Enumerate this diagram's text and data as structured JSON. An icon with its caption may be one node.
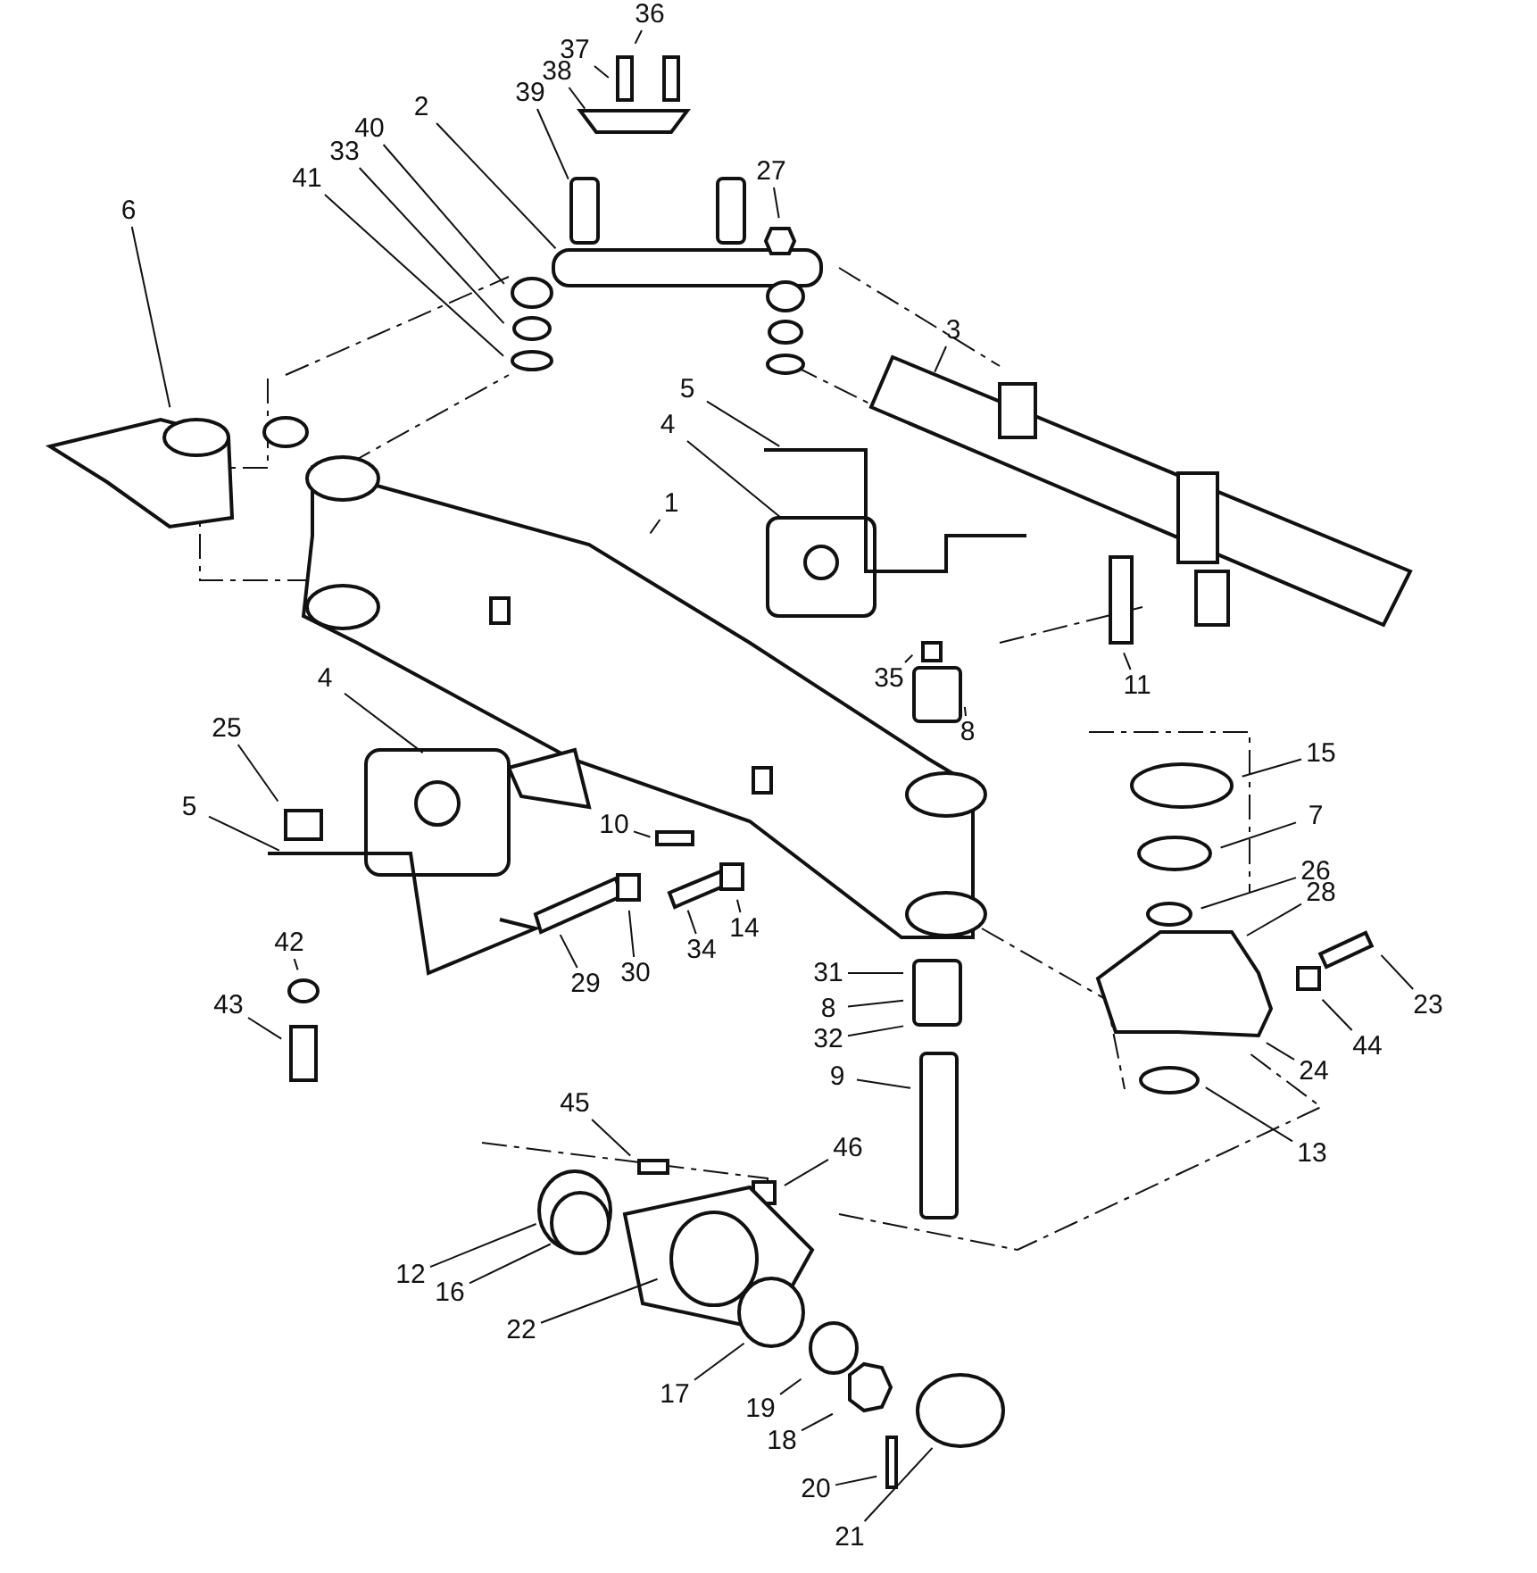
{
  "diagram": {
    "nodes": [
      {
        "text": [
          "36"
        ]
      },
      {
        "text": [
          "37"
        ]
      },
      {
        "text": [
          "38"
        ]
      },
      {
        "text": [
          "39"
        ]
      },
      {
        "text": [
          "2"
        ]
      },
      {
        "text": [
          "40"
        ]
      },
      {
        "text": [
          "27"
        ]
      },
      {
        "text": [
          "33"
        ]
      },
      {
        "text": [
          "41"
        ]
      },
      {
        "text": [
          "6"
        ]
      },
      {
        "text": [
          "3"
        ]
      },
      {
        "text": [
          "5"
        ]
      },
      {
        "text": [
          "4"
        ]
      },
      {
        "text": [
          "1"
        ]
      },
      {
        "text": [
          "4"
        ]
      },
      {
        "text": [
          "35"
        ]
      },
      {
        "text": [
          "11"
        ]
      },
      {
        "text": [
          "25"
        ]
      },
      {
        "text": [
          "8"
        ]
      },
      {
        "text": [
          "15"
        ]
      },
      {
        "text": [
          "5"
        ]
      },
      {
        "text": [
          "7"
        ]
      },
      {
        "text": [
          "10"
        ]
      },
      {
        "text": [
          "26"
        ]
      },
      {
        "text": [
          "14"
        ]
      },
      {
        "text": [
          "28"
        ]
      },
      {
        "text": [
          "34"
        ]
      },
      {
        "text": [
          "29"
        ]
      },
      {
        "text": [
          "30"
        ]
      },
      {
        "text": [
          "42"
        ]
      },
      {
        "text": [
          "31"
        ]
      },
      {
        "text": [
          "23"
        ]
      },
      {
        "text": [
          "43"
        ]
      },
      {
        "text": [
          "8"
        ]
      },
      {
        "text": [
          "44"
        ]
      },
      {
        "text": [
          "32"
        ]
      },
      {
        "text": [
          "24"
        ]
      },
      {
        "text": [
          "9"
        ]
      },
      {
        "text": [
          "45"
        ]
      },
      {
        "text": [
          "13"
        ]
      },
      {
        "text": [
          "46"
        ]
      },
      {
        "text": [
          "12"
        ]
      },
      {
        "text": [
          "16"
        ]
      },
      {
        "text": [
          "22"
        ]
      },
      {
        "text": [
          "17"
        ]
      },
      {
        "text": [
          "19"
        ]
      },
      {
        "text": [
          "18"
        ]
      },
      {
        "text": [
          "20"
        ]
      },
      {
        "text": [
          "21"
        ]
      }
    ],
    "edges": [
      {
        "from": 0,
        "to": null,
        "arrow": "none"
      },
      {
        "from": 1,
        "to": null,
        "arrow": "none"
      },
      {
        "from": 2,
        "to": null,
        "arrow": "none"
      },
      {
        "from": 3,
        "to": null,
        "arrow": "none"
      },
      {
        "from": 4,
        "to": null,
        "arrow": "none"
      },
      {
        "from": 5,
        "to": null,
        "arrow": "none"
      },
      {
        "from": 6,
        "to": null,
        "arrow": "none"
      },
      {
        "from": 7,
        "to": null,
        "arrow": "none"
      },
      {
        "from": 8,
        "to": null,
        "arrow": "none"
      },
      {
        "from": 9,
        "to": null,
        "arrow": "none"
      },
      {
        "from": 10,
        "to": null,
        "arrow": "none"
      },
      {
        "from": 11,
        "to": null,
        "arrow": "none"
      },
      {
        "from": 12,
        "to": null,
        "arrow": "none"
      },
      {
        "from": 13,
        "to": null,
        "arrow": "none"
      },
      {
        "from": 14,
        "to": null,
        "arrow": "none"
      },
      {
        "from": 15,
        "to": null,
        "arrow": "none"
      },
      {
        "from": 16,
        "to": null,
        "arrow": "none"
      },
      {
        "from": 17,
        "to": null,
        "arrow": "none"
      },
      {
        "from": 18,
        "to": null,
        "arrow": "none"
      },
      {
        "from": 19,
        "to": null,
        "arrow": "none"
      },
      {
        "from": 20,
        "to": null,
        "arrow": "none"
      },
      {
        "from": 21,
        "to": null,
        "arrow": "none"
      },
      {
        "from": 22,
        "to": null,
        "arrow": "none"
      },
      {
        "from": 23,
        "to": null,
        "arrow": "none"
      },
      {
        "from": 24,
        "to": null,
        "arrow": "none"
      },
      {
        "from": 25,
        "to": null,
        "arrow": "none"
      },
      {
        "from": 26,
        "to": null,
        "arrow": "none"
      },
      {
        "from": 27,
        "to": null,
        "arrow": "none"
      },
      {
        "from": 28,
        "to": null,
        "arrow": "none"
      },
      {
        "from": 29,
        "to": null,
        "arrow": "none"
      },
      {
        "from": 30,
        "to": null,
        "arrow": "none"
      },
      {
        "from": 31,
        "to": null,
        "arrow": "none"
      },
      {
        "from": 32,
        "to": null,
        "arrow": "none"
      },
      {
        "from": 33,
        "to": null,
        "arrow": "none"
      },
      {
        "from": 34,
        "to": null,
        "arrow": "none"
      },
      {
        "from": 35,
        "to": null,
        "arrow": "none"
      },
      {
        "from": 36,
        "to": null,
        "arrow": "none"
      },
      {
        "from": 37,
        "to": null,
        "arrow": "none"
      },
      {
        "from": 38,
        "to": null,
        "arrow": "none"
      },
      {
        "from": 39,
        "to": null,
        "arrow": "none"
      },
      {
        "from": 40,
        "to": null,
        "arrow": "none"
      },
      {
        "from": 41,
        "to": null,
        "arrow": "none"
      },
      {
        "from": 42,
        "to": null,
        "arrow": "none"
      },
      {
        "from": 43,
        "to": null,
        "arrow": "none"
      },
      {
        "from": 44,
        "to": null,
        "arrow": "none"
      },
      {
        "from": 45,
        "to": null,
        "arrow": "none"
      },
      {
        "from": 46,
        "to": null,
        "arrow": "none"
      },
      {
        "from": 47,
        "to": null,
        "arrow": "none"
      },
      {
        "from": 48,
        "to": null,
        "arrow": "none"
      }
    ]
  }
}
